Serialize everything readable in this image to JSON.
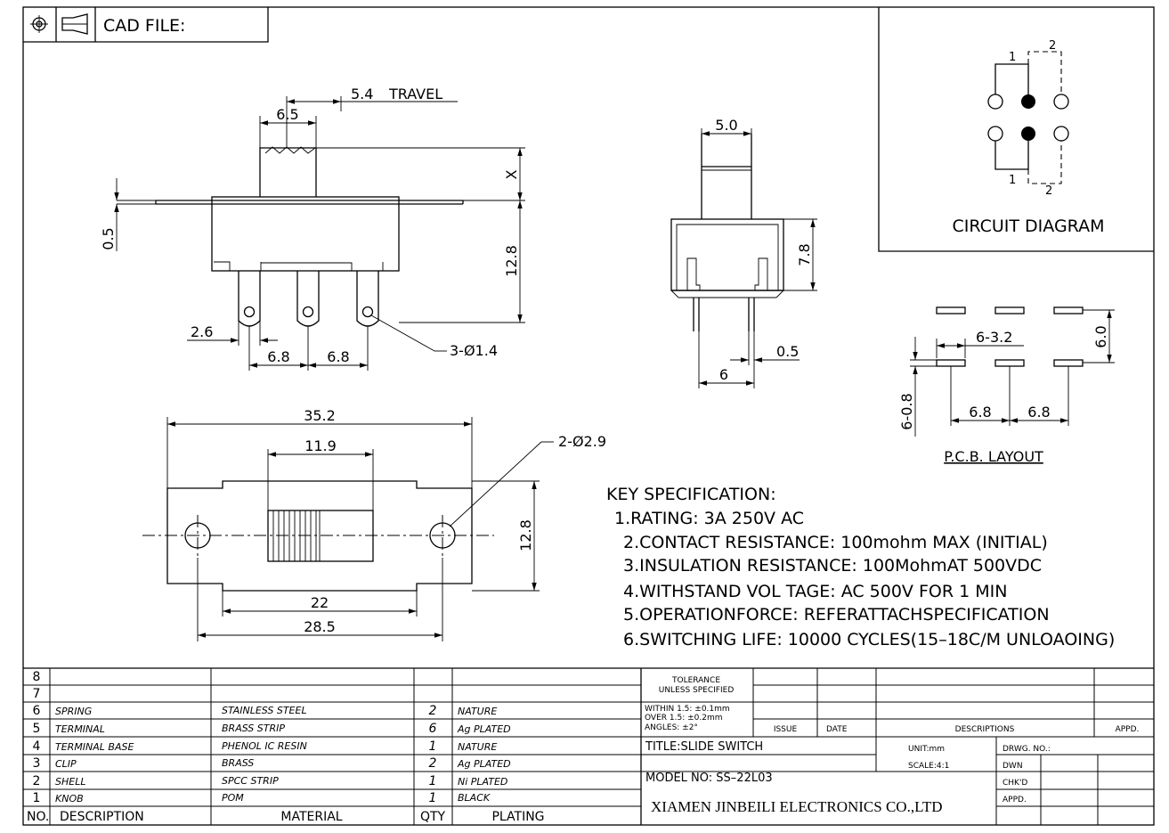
{
  "header": {
    "cad_label": "CAD FILE:"
  },
  "side_view": {
    "travel_value": "5.4",
    "travel_label": "TRAVEL",
    "knob_width": "6.5",
    "x_label": "X",
    "thickness": "0.5",
    "height": "12.8",
    "pin_width": "2.6",
    "pitch_a": "6.8",
    "pitch_b": "6.8",
    "hole_label": "3-Ø1.4"
  },
  "end_view": {
    "knob_width": "5.0",
    "height": "7.8",
    "pin_thickness": "0.5",
    "pin_span": "6"
  },
  "top_view": {
    "overall_length": "35.2",
    "slot_length": "11.9",
    "mount_hole_label": "2-Ø2.9",
    "width": "12.8",
    "inner_span": "22",
    "hole_span": "28.5"
  },
  "circuit": {
    "title": "CIRCUIT DIAGRAM",
    "pin_1": "1",
    "pin_2": "2"
  },
  "pcb": {
    "title": "P.C.B. LAYOUT",
    "pad_label": "6-3.2",
    "row_span": "6.0",
    "pad_height": "6-0.8",
    "pitch_a": "6.8",
    "pitch_b": "6.8"
  },
  "specs": {
    "heading": "KEY SPECIFICATION:",
    "lines": [
      "1.RATING: 3A  250V  AC",
      "2.CONTACT  RESISTANCE: 100mohm  MAX  (INITIAL)",
      "3.INSULATION  RESISTANCE: 100MohmAT  500VDC",
      "4.WITHSTAND  VOL TAGE: AC  500V  FOR  1  MIN",
      "5.OPERATIONFORCE: REFERATTACHSPECIFICATION",
      "6.SWITCHING  LIFE: 10000  CYCLES(15–18C/M  UNLOAOING)"
    ]
  },
  "bom": {
    "rows": [
      {
        "no": "8",
        "description": "",
        "material": "",
        "qty": "",
        "plating": ""
      },
      {
        "no": "7",
        "description": "",
        "material": "",
        "qty": "",
        "plating": ""
      },
      {
        "no": "6",
        "description": "SPRING",
        "material": "STAINLESS STEEL",
        "qty": "2",
        "plating": "NATURE"
      },
      {
        "no": "5",
        "description": "TERMINAL",
        "material": "BRASS STRIP",
        "qty": "6",
        "plating": "Ag PLATED"
      },
      {
        "no": "4",
        "description": "TERMINAL BASE",
        "material": "PHENOL IC RESIN",
        "qty": "1",
        "plating": "NATURE"
      },
      {
        "no": "3",
        "description": "CLIP",
        "material": "BRASS",
        "qty": "2",
        "plating": "Ag PLATED"
      },
      {
        "no": "2",
        "description": "SHELL",
        "material": "SPCC STRIP",
        "qty": "1",
        "plating": "Ni PLATED"
      },
      {
        "no": "1",
        "description": "KNOB",
        "material": "POM",
        "qty": "1",
        "plating": "BLACK"
      }
    ],
    "headers": {
      "no": "NO.",
      "description": "DESCRIPTION",
      "material": "MATERIAL",
      "qty": "QTY",
      "plating": "PLATING"
    }
  },
  "title_block": {
    "tolerance_1": "TOLERANCE",
    "tolerance_2": "UNLESS SPECIFIED",
    "within": "WITHIN  1.5: ±0.1mm",
    "over": "OVER  1.5:  ±0.2mm",
    "angles": "ANGLES: ±2°",
    "issue": "ISSUE",
    "date": "DATE",
    "descriptions": "DESCRIPTIONS",
    "appd": "APPD.",
    "title": "TITLE:SLIDE  SWITCH",
    "unit": "UNIT:mm",
    "drwg_no": "DRWG.  NO.:",
    "model": "MODEL  NO: SS–22L03",
    "scale": "SCALE:4:1",
    "dwn": "DWN",
    "chkd": "CHK'D",
    "appd2": "APPD.",
    "company": "XIAMEN JINBEILI ELECTRONICS CO.,LTD"
  }
}
